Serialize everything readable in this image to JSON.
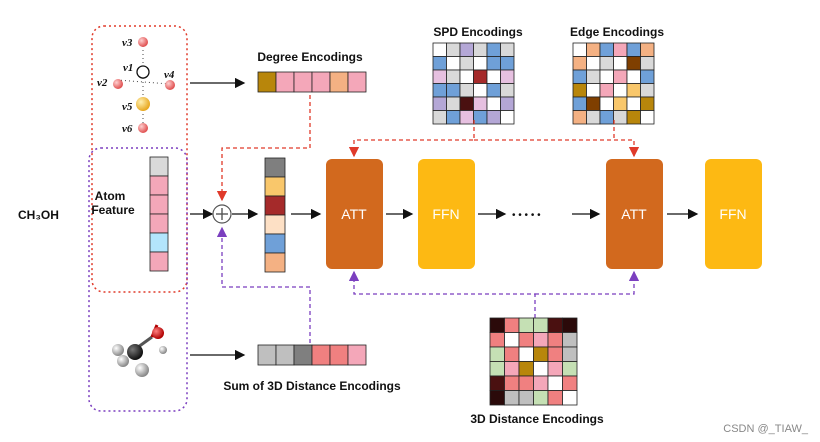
{
  "molecule_label": "CH₃OH",
  "atom_feature_label": [
    "Atom",
    "Feature"
  ],
  "degree_label": "Degree Encodings",
  "spd_label": "SPD Encodings",
  "edge_label": "Edge Encodings",
  "sum3d_label": "Sum of 3D Distance Encodings",
  "dist3d_label": "3D Distance Encodings",
  "att_label": "ATT",
  "ffn_label": "FFN",
  "dots": "• • • • •",
  "watermark": "CSDN @_TIAW_",
  "node_labels": [
    "v3",
    "v1",
    "v2",
    "v4",
    "v5",
    "v6"
  ],
  "colors": {
    "att": "#d2691e",
    "ffn": "#fdb913",
    "red_dash": "#e03a2a",
    "purple_dash": "#7b3fbf",
    "atom_node": "#f08080",
    "oxygen_node": "#f5c242"
  },
  "atom_feature_colors": [
    "#d9d9d9",
    "#f4a7b9",
    "#f4a7b9",
    "#f4a7b9",
    "#b3e5fc",
    "#f4a7b9"
  ],
  "sum_vector_colors": [
    "#7f7f7f",
    "#f9c76b",
    "#a52a2a",
    "#fde0c5",
    "#6fa0d8",
    "#f4b183"
  ],
  "degree_colors": [
    "#b8860b",
    "#f4a7b9",
    "#f4a7b9",
    "#f4a7b9",
    "#f4b183",
    "#f4a7b9"
  ],
  "sum3d_colors": [
    "#bfbfbf",
    "#bfbfbf",
    "#7f7f7f",
    "#f08080",
    "#f08080",
    "#f4a7b9"
  ],
  "spd_matrix": [
    [
      "#ffffff",
      "#d9d9d9",
      "#b4a7d6",
      "#d9d9d9",
      "#6fa0d8",
      "#d9d9d9"
    ],
    [
      "#6fa0d8",
      "#ffffff",
      "#d9d9d9",
      "#ffffff",
      "#6fa0d8",
      "#6fa0d8"
    ],
    [
      "#e6c0e0",
      "#d9d9d9",
      "#ffffff",
      "#a52a2a",
      "#ffffff",
      "#e6c0e0"
    ],
    [
      "#6fa0d8",
      "#6fa0d8",
      "#d9d9d9",
      "#ffffff",
      "#6fa0d8",
      "#d9d9d9"
    ],
    [
      "#b4a7d6",
      "#d9d9d9",
      "#4a1010",
      "#e6c0e0",
      "#ffffff",
      "#b4a7d6"
    ],
    [
      "#d9d9d9",
      "#6fa0d8",
      "#e6c0e0",
      "#6fa0d8",
      "#b4a7d6",
      "#ffffff"
    ]
  ],
  "edge_matrix": [
    [
      "#ffffff",
      "#f4b183",
      "#6fa0d8",
      "#f4a7b9",
      "#6fa0d8",
      "#f4b183"
    ],
    [
      "#f4b183",
      "#ffffff",
      "#d9d9d9",
      "#ffffff",
      "#7f3f00",
      "#d9d9d9"
    ],
    [
      "#6fa0d8",
      "#d9d9d9",
      "#ffffff",
      "#f4a7b9",
      "#ffffff",
      "#6fa0d8"
    ],
    [
      "#b8860b",
      "#ffffff",
      "#f4a7b9",
      "#ffffff",
      "#f9c76b",
      "#d9d9d9"
    ],
    [
      "#6fa0d8",
      "#7f3f00",
      "#ffffff",
      "#f9c76b",
      "#ffffff",
      "#b8860b"
    ],
    [
      "#f4b183",
      "#d9d9d9",
      "#6fa0d8",
      "#d9d9d9",
      "#b8860b",
      "#ffffff"
    ]
  ],
  "dist3d_matrix": [
    [
      "#2b0a0a",
      "#f08080",
      "#c5e0b4",
      "#c5e0b4",
      "#4a1010",
      "#2b0a0a"
    ],
    [
      "#f08080",
      "#ffffff",
      "#f08080",
      "#f4a7b9",
      "#f08080",
      "#bfbfbf"
    ],
    [
      "#c5e0b4",
      "#f08080",
      "#ffffff",
      "#b8860b",
      "#f08080",
      "#bfbfbf"
    ],
    [
      "#c5e0b4",
      "#f4a7b9",
      "#b8860b",
      "#ffffff",
      "#f4a7b9",
      "#c5e0b4"
    ],
    [
      "#4a1010",
      "#f08080",
      "#f08080",
      "#f4a7b9",
      "#ffffff",
      "#f08080"
    ],
    [
      "#2b0a0a",
      "#bfbfbf",
      "#bfbfbf",
      "#c5e0b4",
      "#f08080",
      "#ffffff"
    ]
  ]
}
